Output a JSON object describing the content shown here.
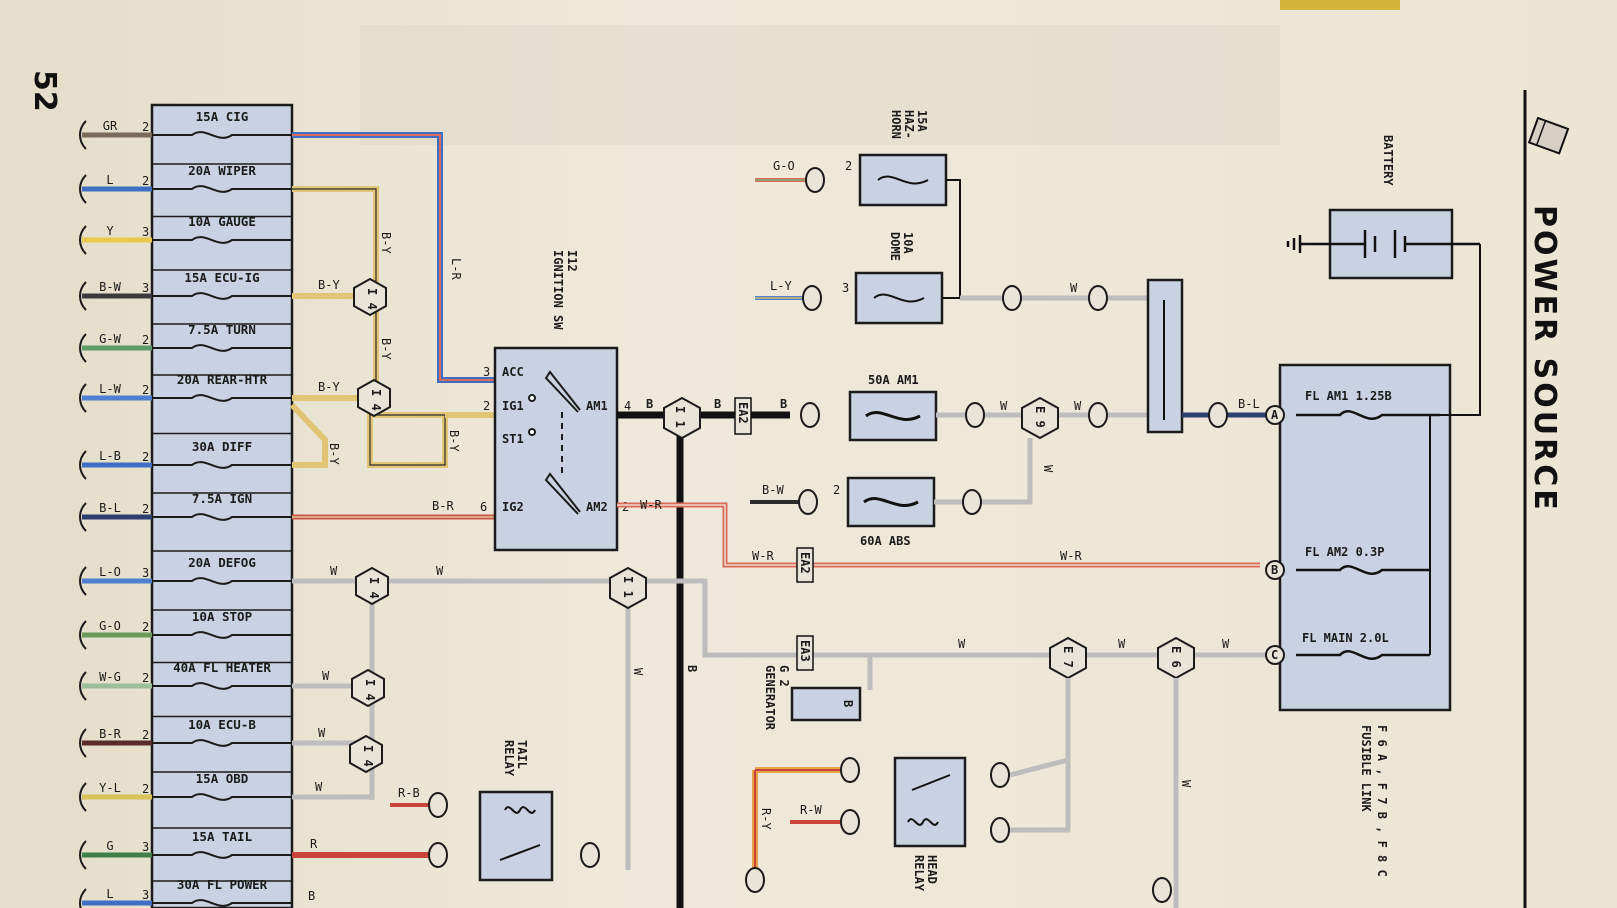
{
  "page_number": "52",
  "title": "POWER SOURCE",
  "fuse_panel": [
    {
      "rating": "15A CIG",
      "wire": "GR",
      "pin": "2",
      "color": "#7a6b5b"
    },
    {
      "rating": "20A WIPER",
      "wire": "L",
      "pin": "2",
      "color": "#3f6fc4"
    },
    {
      "rating": "10A GAUGE",
      "wire": "Y",
      "pin": "3",
      "color": "#e7c84a"
    },
    {
      "rating": "15A ECU-IG",
      "wire": "B-W",
      "pin": "3",
      "color": "#3a3a3a"
    },
    {
      "rating": "7.5A TURN",
      "wire": "G-W",
      "pin": "2",
      "color": "#5f9a6a"
    },
    {
      "rating": "20A REAR-HTR",
      "wire": "L-W",
      "pin": "2",
      "color": "#4f7fd1"
    },
    {
      "rating": "30A DIFF",
      "wire": "L-B",
      "pin": "2",
      "color": "#3f6fc4"
    },
    {
      "rating": "7.5A IGN",
      "wire": "B-L",
      "pin": "2",
      "color": "#2c3f70"
    },
    {
      "rating": "20A DEFOG",
      "wire": "L-O",
      "pin": "3",
      "color": "#4f7fd1"
    },
    {
      "rating": "10A STOP",
      "wire": "G-O",
      "pin": "2",
      "color": "#6a9a5a"
    },
    {
      "rating": "40A FL HEATER",
      "wire": "W-G",
      "pin": "2",
      "color": "#9bbf9b"
    },
    {
      "rating": "10A ECU-B",
      "wire": "B-R",
      "pin": "2",
      "color": "#5a2b2b"
    },
    {
      "rating": "15A OBD",
      "wire": "Y-L",
      "pin": "2",
      "color": "#d8c25a"
    },
    {
      "rating": "15A TAIL",
      "wire": "G",
      "pin": "3",
      "color": "#3f7f4a"
    },
    {
      "rating": "30A FL POWER",
      "wire": "L",
      "pin": "3",
      "color": "#3f6fc4"
    }
  ],
  "ignition_switch": {
    "name": "I12",
    "label": "IGNITION SW",
    "terminals": [
      "ACC",
      "IG1",
      "ST1",
      "IG2",
      "AM1",
      "AM2"
    ],
    "pins": {
      "acc": "3",
      "ig1": "2",
      "ig2": "6",
      "am1": "4",
      "am2": "2"
    }
  },
  "fuses_right": [
    {
      "label": "15A",
      "sub1": "HAZ-",
      "sub2": "HORN",
      "wire": "G-O",
      "pin": "2"
    },
    {
      "label": "10A",
      "sub1": "DOME",
      "wire": "L-Y",
      "pin": "3"
    },
    {
      "label": "50A AM1"
    },
    {
      "label": "60A ABS",
      "wire": "B-W",
      "pin": "2"
    }
  ],
  "fusible_links": [
    {
      "label": "FL AM1 1.25B",
      "conn": "A",
      "wire": "B-L"
    },
    {
      "label": "FL AM2 0.3P",
      "conn": "B",
      "wire": "W-R"
    },
    {
      "label": "FL MAIN 2.0L",
      "conn": "C",
      "wire": "W"
    }
  ],
  "fusible_link_note": "F 6 A , F 7 B , F 8 C",
  "fusible_link_caption": "FUSIBLE LINK",
  "battery_label": "BATTERY",
  "connectors": {
    "ea2_top": "EA2",
    "ea2_bottom": "EA2",
    "ea3": "EA3",
    "i1": "I 1",
    "i4": "I 4",
    "e9": "E 9",
    "e7": "E 7",
    "e6": "E 6"
  },
  "generator": {
    "name": "G 2",
    "label": "GENERATOR",
    "terminal": "B"
  },
  "relays": {
    "tail": {
      "line1": "TAIL",
      "line2": "RELAY"
    },
    "head": {
      "line1": "HEAD",
      "line2": "RELAY"
    }
  },
  "wire_labels": {
    "b": "B",
    "w": "W",
    "br": "B-R",
    "wr": "W-R",
    "by": "B-Y",
    "lr": "L-R",
    "bl": "B-L",
    "rb": "R-B",
    "rw": "R-W",
    "ry": "R-Y",
    "r": "R"
  }
}
